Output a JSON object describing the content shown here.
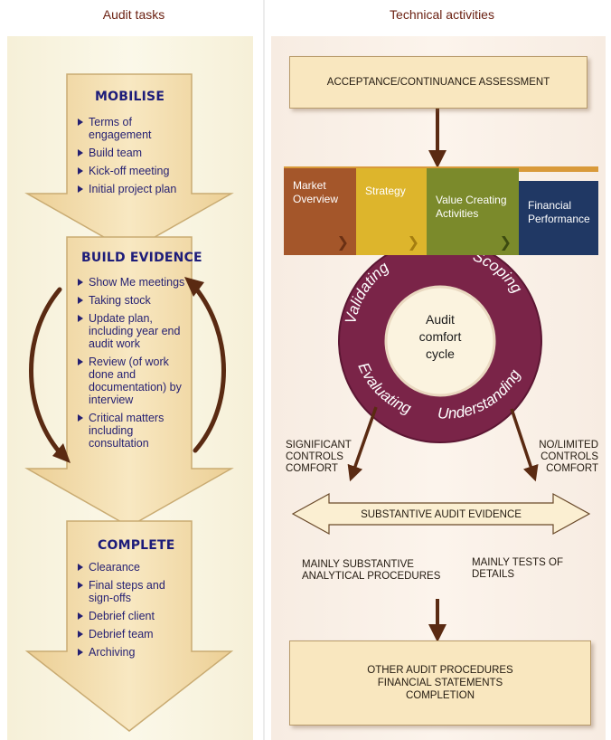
{
  "headers": {
    "left": "Audit tasks",
    "right": "Technical activities"
  },
  "audit_tasks": {
    "mobilise": {
      "title": "MOBILISE",
      "items": [
        "Terms of engagement",
        "Build team",
        "Kick-off meeting",
        "Initial project plan"
      ]
    },
    "build_evidence": {
      "title": "BUILD EVIDENCE",
      "items": [
        "Show Me meetings",
        "Taking stock",
        "Update plan, including year end audit work",
        "Review (of work done and documentation) by interview",
        "Critical matters including consultation"
      ]
    },
    "complete": {
      "title": "COMPLETE",
      "items": [
        "Clearance",
        "Final steps and sign-offs",
        "Debrief client",
        "Debrief  team",
        "Archiving"
      ]
    }
  },
  "technical": {
    "acceptance": "ACCEPTANCE/CONTINUANCE ASSESSMENT",
    "stages": [
      {
        "label": "Market Overview",
        "color": "#a4562a"
      },
      {
        "label": "Strategy",
        "color": "#ddb52c"
      },
      {
        "label": "Value Creating Activities",
        "color": "#7b8a2b"
      },
      {
        "label": "Financial Performance",
        "color": "#203864"
      }
    ],
    "cycle": {
      "ring_words": [
        "Validating",
        "Scoping",
        "Evaluating",
        "Understanding"
      ],
      "center": [
        "Audit",
        "comfort",
        "cycle"
      ],
      "ring_color": "#7a2448"
    },
    "left_branch": "SIGNIFICANT CONTROLS COMFORT",
    "right_branch": "NO/LIMITED CONTROLS COMFORT",
    "substantive": {
      "title": "SUBSTANTIVE AUDIT EVIDENCE",
      "left": "MAINLY SUBSTANTIVE ANALYTICAL PROCEDURES",
      "right": "MAINLY TESTS OF DETAILS"
    },
    "other": [
      "OTHER AUDIT PROCEDURES",
      "FINANCIAL STATEMENTS",
      "COMPLETION"
    ]
  },
  "colors": {
    "arrow_fill": "#f4deb0",
    "box_fill": "#f9e7bf",
    "heading_text": "#6a1f10",
    "task_text": "#241f72",
    "connector": "#5a2a12"
  }
}
